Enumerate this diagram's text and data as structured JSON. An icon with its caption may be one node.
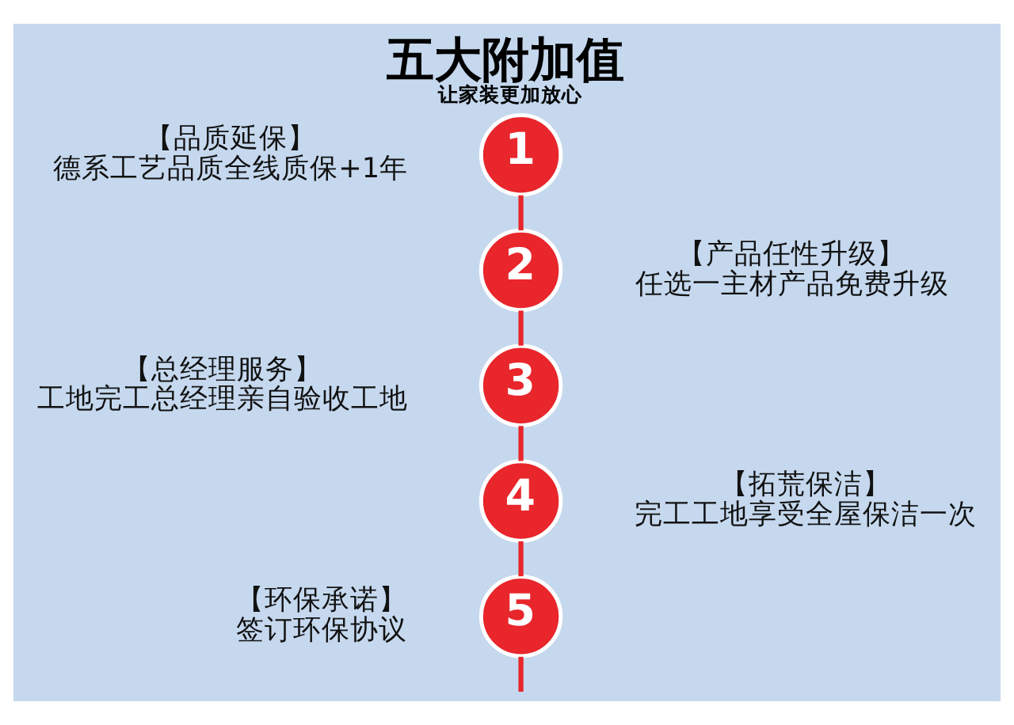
{
  "diagram": {
    "title": "五大附加值",
    "caption": "让家装更加放心",
    "nodes": [
      {
        "text": [
          "1"
        ],
        "beside": [
          "【品质延保】",
          "德系工艺品质全线质保+1年"
        ]
      },
      {
        "text": [
          "2"
        ],
        "beside": [
          "【产品任性升级】",
          "任选一主材产品免费升级"
        ]
      },
      {
        "text": [
          "3"
        ],
        "beside": [
          "【总经理服务】",
          "工地完工总经理亲自验收工地"
        ]
      },
      {
        "text": [
          "4"
        ],
        "beside": [
          "【拓荒保洁】",
          "完工工地享受全屋保洁一次"
        ]
      },
      {
        "text": [
          "5"
        ],
        "beside": [
          "【环保承诺】",
          "签订环保协议"
        ]
      }
    ],
    "edges": [
      {
        "from": 0,
        "to": 1,
        "arrow": "none"
      },
      {
        "from": 1,
        "to": 2,
        "arrow": "none"
      },
      {
        "from": 2,
        "to": 3,
        "arrow": "none"
      },
      {
        "from": 3,
        "to": 4,
        "arrow": "none"
      },
      {
        "from": 4,
        "to": null,
        "arrow": "none"
      }
    ]
  }
}
